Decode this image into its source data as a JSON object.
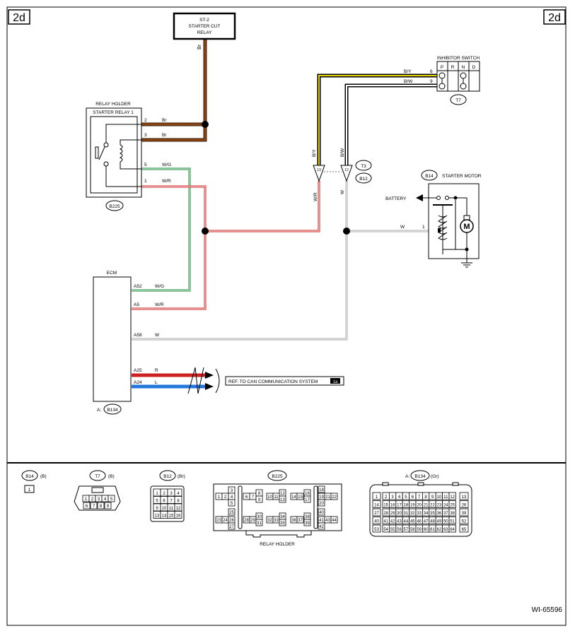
{
  "section_tag": "2d",
  "st2": {
    "line1": "ST-2",
    "line2": "STARTER CUT",
    "line3": "RELAY"
  },
  "relay_holder": {
    "title": "RELAY HOLDER",
    "relay_name": "STARTER RELAY 1",
    "connector": "B225"
  },
  "relay_pins": {
    "p2": "2",
    "p3": "3",
    "p5": "5",
    "p1": "1"
  },
  "wire_colors": {
    "br": "Br",
    "wg": "W/G",
    "wr": "W/R",
    "w": "W",
    "by": "B/Y",
    "bw": "B/W",
    "r": "R",
    "l": "L"
  },
  "inhibitor": {
    "title": "INHIBITOR SWITCH",
    "cols": [
      "P",
      "R",
      "N",
      "D"
    ],
    "pin_by": "6",
    "pin_bw": "9",
    "connector": "T7"
  },
  "joint_connectors": {
    "a": "T3",
    "b": "B12"
  },
  "starter": {
    "title": "STARTER MOTOR",
    "connector": "B14",
    "battery": "BATTERY",
    "motor_symbol": "M",
    "pin": "1"
  },
  "ecm": {
    "title": "ECM",
    "pins": [
      "A52",
      "A5",
      "A58",
      "A25",
      "A24"
    ],
    "connector_prefix": "A:",
    "connector": "B134"
  },
  "can_ref": {
    "text": "REF. TO CAN COMMUNICATION SYSTEM",
    "badge": "1a"
  },
  "connector_views": {
    "b14": {
      "label": "B14",
      "color": "(B)",
      "pins": [
        "1"
      ]
    },
    "t7": {
      "label": "T7",
      "color": "(B)",
      "pins": [
        "1",
        "2",
        "3",
        "4",
        "5",
        "6",
        "7",
        "8",
        "9"
      ]
    },
    "b12": {
      "label": "B12",
      "color": "(Br)",
      "pins": [
        "1",
        "2",
        "3",
        "4",
        "5",
        "6",
        "7",
        "8",
        "9",
        "10",
        "11",
        "12",
        "13",
        "14",
        "15",
        "16"
      ]
    },
    "b225": {
      "label": "B225",
      "pins": [
        "1",
        "2",
        "3",
        "4",
        "5",
        "6",
        "7",
        "8",
        "9",
        "10",
        "11",
        "12",
        "13",
        "14",
        "15",
        "16",
        "17",
        "18",
        "19",
        "20",
        "21",
        "22",
        "23",
        "24",
        "25",
        "26",
        "27",
        "28",
        "29",
        "30",
        "31",
        "32",
        "33",
        "34",
        "35",
        "36",
        "37",
        "38",
        "39",
        "40",
        "41",
        "42",
        "43",
        "44"
      ],
      "caption": "RELAY HOLDER"
    },
    "b134": {
      "prefix": "A:",
      "label": "B134",
      "color": "(Gr)",
      "pins": [
        "1",
        "2",
        "3",
        "4",
        "5",
        "6",
        "7",
        "8",
        "9",
        "10",
        "11",
        "12",
        "13",
        "14",
        "15",
        "16",
        "17",
        "18",
        "19",
        "20",
        "21",
        "22",
        "23",
        "24",
        "25",
        "26",
        "27",
        "28",
        "29",
        "30",
        "31",
        "32",
        "33",
        "34",
        "35",
        "36",
        "37",
        "38",
        "39",
        "40",
        "41",
        "42",
        "43",
        "44",
        "45",
        "46",
        "47",
        "48",
        "49",
        "50",
        "51",
        "52",
        "53",
        "54",
        "55",
        "56",
        "57",
        "58",
        "59",
        "60",
        "61",
        "62",
        "63",
        "64",
        "65"
      ]
    }
  },
  "diagram_id": "WI-65596",
  "colors": {
    "brown": "#8b4513",
    "green": "#1a8a3a",
    "red": "#cc2222",
    "blue": "#2277dd",
    "yellow": "#e6d600",
    "gray": "#a8a8a8"
  }
}
